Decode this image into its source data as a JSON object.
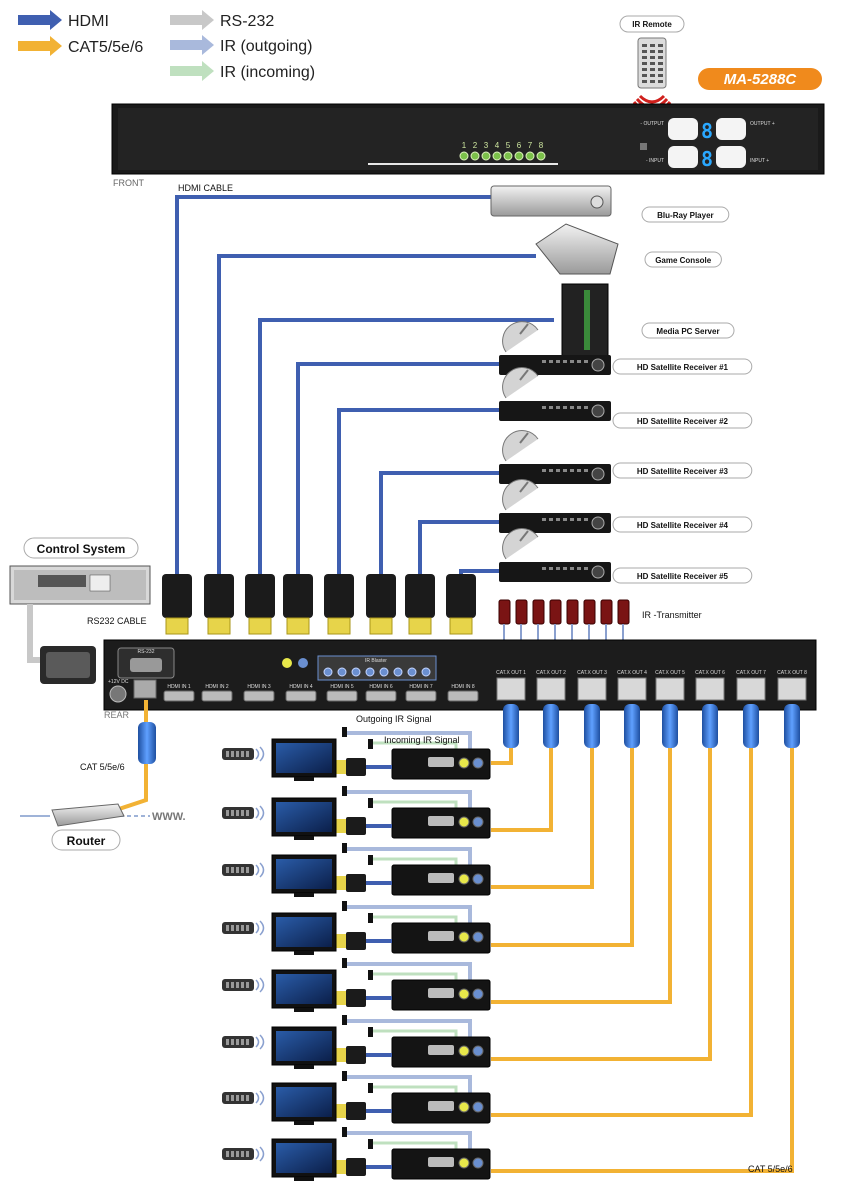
{
  "legend": [
    {
      "label": "HDMI",
      "color": "#3f5fb0"
    },
    {
      "label": "CAT5/5e/6",
      "color": "#f2b234"
    },
    {
      "label": "RS-232",
      "color": "#c8c8c8"
    },
    {
      "label": "IR (outgoing)",
      "color": "#a9b9dc"
    },
    {
      "label": "IR (incoming)",
      "color": "#bfe0bf"
    }
  ],
  "ir_remote_label": "IR Remote",
  "model_badge": "MA-5288C",
  "front_panel": {
    "label": "FRONT",
    "output_label": "- OUTPUT",
    "output_plus": "OUTPUT +",
    "input_label": "- INPUT",
    "input_plus": "INPUT +",
    "output_digit": "8",
    "input_digit": "8",
    "channels": [
      "1",
      "2",
      "3",
      "4",
      "5",
      "6",
      "7",
      "8"
    ]
  },
  "hdmi_cable_label": "HDMI CABLE",
  "sources": [
    "Blu-Ray Player",
    "Game Console",
    "Media PC Server",
    "HD Satellite Receiver #1",
    "HD Satellite Receiver #2",
    "HD Satellite Receiver #3",
    "HD Satellite Receiver #4",
    "HD Satellite Receiver #5"
  ],
  "control_system_label": "Control System",
  "rs232_cable_label": "RS232 CABLE",
  "ir_transmitter_label": "IR -Transmitter",
  "rear_panel": {
    "label": "REAR",
    "rs232_port": "RS-232",
    "power_label": "+12V DC",
    "ir_blaster_label": "IR Blaster",
    "hdmi_inputs": [
      "HDMI IN 1",
      "HDMI IN 2",
      "HDMI IN 3",
      "HDMI IN 4",
      "HDMI IN 5",
      "HDMI IN 6",
      "HDMI IN 7",
      "HDMI IN 8"
    ],
    "cat_outputs": [
      "CAT.X OUT 1",
      "CAT.X OUT 2",
      "CAT.X OUT 3",
      "CAT.X OUT 4",
      "CAT.X OUT 5",
      "CAT.X OUT 6",
      "CAT.X OUT 7",
      "CAT.X OUT 8"
    ]
  },
  "outgoing_ir_label": "Outgoing IR Signal",
  "incoming_ir_label": "Incoming IR Signal",
  "cat_label_top": "CAT 5/5e/6",
  "cat_label_bottom": "CAT 5/5e/6",
  "www_label": "WWW.",
  "router_label": "Router"
}
